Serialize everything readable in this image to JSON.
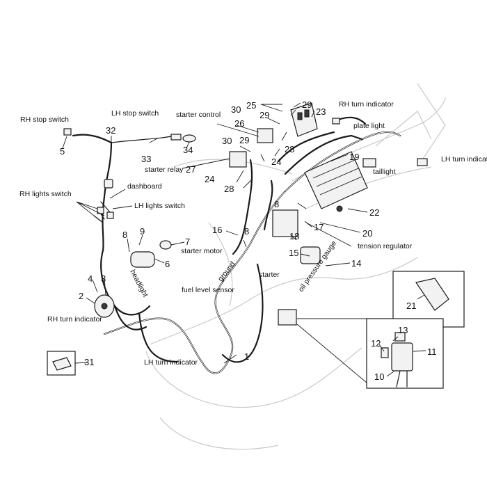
{
  "labels": {
    "rh_stop_switch": "RH stop switch",
    "lh_stop_switch": "LH stop switch",
    "starter_control": "starter control",
    "rh_turn_indicator_rear": "RH turn indicator",
    "plate_light": "plate light",
    "lh_turn_indicator_rear": "LH turn indicator",
    "taillight": "taillight",
    "starter_relay": "starter relay",
    "dashboard": "dashboard",
    "rh_lights_switch": "RH lights switch",
    "lh_lights_switch": "LH lights switch",
    "starter_motor": "starter motor",
    "tension_regulator": "tension regulator",
    "headlight": "headlight",
    "ground": "ground",
    "starter": "starter",
    "oil_pressure_gauge": "oil pressure gauge",
    "fuel_level_sensor": "fuel level sensor",
    "rh_turn_indicator_front": "RH turn indicator",
    "lh_turn_indicator_front": "LH turn indicator"
  },
  "callouts": [
    "1",
    "2",
    "3",
    "4",
    "5",
    "6",
    "7",
    "8",
    "8",
    "8",
    "9",
    "10",
    "11",
    "12",
    "13",
    "14",
    "15",
    "16",
    "17",
    "18",
    "19",
    "20",
    "21",
    "22",
    "23",
    "24",
    "24",
    "25",
    "26",
    "27",
    "28",
    "28",
    "29",
    "29",
    "29",
    "30",
    "30",
    "31",
    "32",
    "33",
    "34"
  ]
}
